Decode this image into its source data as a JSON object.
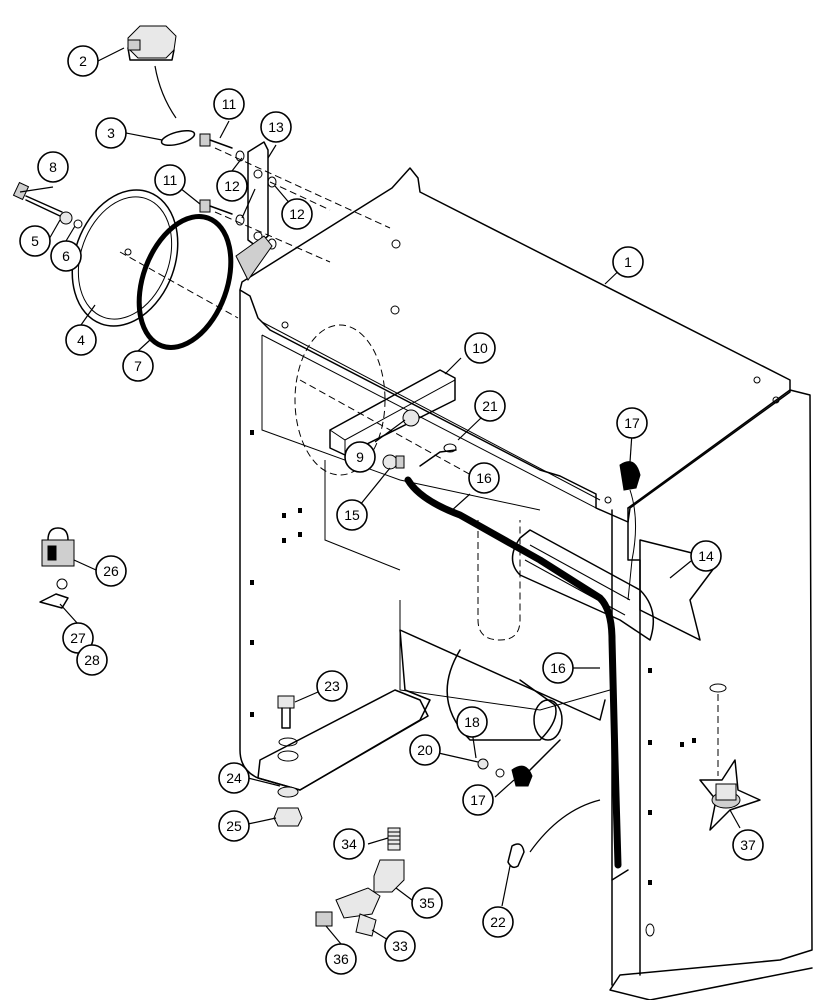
{
  "callouts": [
    {
      "id": "c1",
      "label": "1"
    },
    {
      "id": "c2",
      "label": "2"
    },
    {
      "id": "c3",
      "label": "3"
    },
    {
      "id": "c4",
      "label": "4"
    },
    {
      "id": "c5",
      "label": "5"
    },
    {
      "id": "c6",
      "label": "6"
    },
    {
      "id": "c7",
      "label": "7"
    },
    {
      "id": "c8",
      "label": "8"
    },
    {
      "id": "c9",
      "label": "9"
    },
    {
      "id": "c10",
      "label": "10"
    },
    {
      "id": "c11a",
      "label": "11"
    },
    {
      "id": "c11b",
      "label": "11"
    },
    {
      "id": "c12a",
      "label": "12"
    },
    {
      "id": "c12b",
      "label": "12"
    },
    {
      "id": "c13",
      "label": "13"
    },
    {
      "id": "c14",
      "label": "14"
    },
    {
      "id": "c15",
      "label": "15"
    },
    {
      "id": "c16a",
      "label": "16"
    },
    {
      "id": "c16b",
      "label": "16"
    },
    {
      "id": "c17a",
      "label": "17"
    },
    {
      "id": "c17b",
      "label": "17"
    },
    {
      "id": "c18",
      "label": "18"
    },
    {
      "id": "c20",
      "label": "20"
    },
    {
      "id": "c21",
      "label": "21"
    },
    {
      "id": "c22",
      "label": "22"
    },
    {
      "id": "c23",
      "label": "23"
    },
    {
      "id": "c24",
      "label": "24"
    },
    {
      "id": "c25",
      "label": "25"
    },
    {
      "id": "c26",
      "label": "26"
    },
    {
      "id": "c27",
      "label": "27"
    },
    {
      "id": "c28",
      "label": "28"
    },
    {
      "id": "c33",
      "label": "33"
    },
    {
      "id": "c34",
      "label": "34"
    },
    {
      "id": "c35",
      "label": "35"
    },
    {
      "id": "c36",
      "label": "36"
    },
    {
      "id": "c37",
      "label": "37"
    }
  ]
}
